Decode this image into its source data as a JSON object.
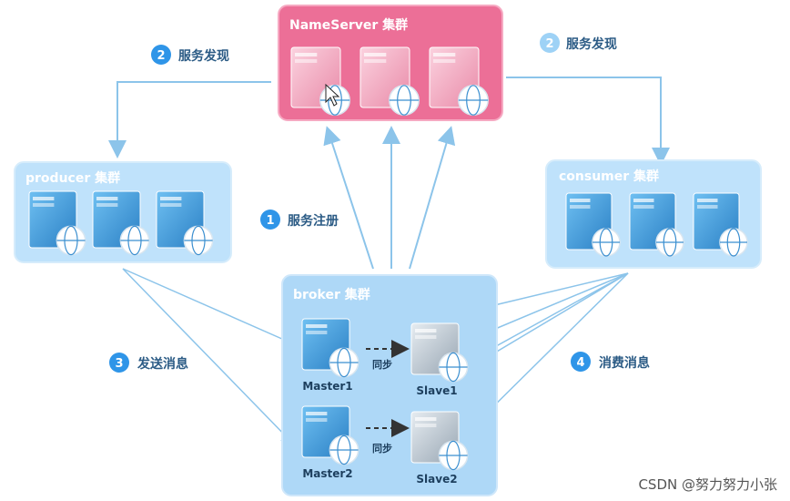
{
  "colors": {
    "nameserver_fill": "#ec6f97",
    "cluster_fill": "#bfe2fb",
    "broker_fill": "#aed8f7",
    "arrow": "#8cc4ea",
    "badge": "#2f95e8",
    "badge_light": "#9ed2f6"
  },
  "nameserver": {
    "title": "NameServer 集群",
    "server_count": 3
  },
  "producer": {
    "title": "producer 集群",
    "server_count": 3
  },
  "consumer": {
    "title": "consumer 集群",
    "server_count": 3
  },
  "broker": {
    "title": "broker 集群",
    "nodes": [
      {
        "label": "Master1",
        "kind": "master"
      },
      {
        "label": "Slave1",
        "kind": "slave"
      },
      {
        "label": "Master2",
        "kind": "master"
      },
      {
        "label": "Slave2",
        "kind": "slave"
      }
    ],
    "sync_label": "同步"
  },
  "steps": [
    {
      "num": "2",
      "text": "服务发现",
      "style": "dark"
    },
    {
      "num": "2",
      "text": "服务发现",
      "style": "light"
    },
    {
      "num": "1",
      "text": "服务注册",
      "style": "dark"
    },
    {
      "num": "3",
      "text": "发送消息",
      "style": "dark"
    },
    {
      "num": "4",
      "text": "消费消息",
      "style": "dark"
    }
  ],
  "watermark": "CSDN @努力努力小张"
}
